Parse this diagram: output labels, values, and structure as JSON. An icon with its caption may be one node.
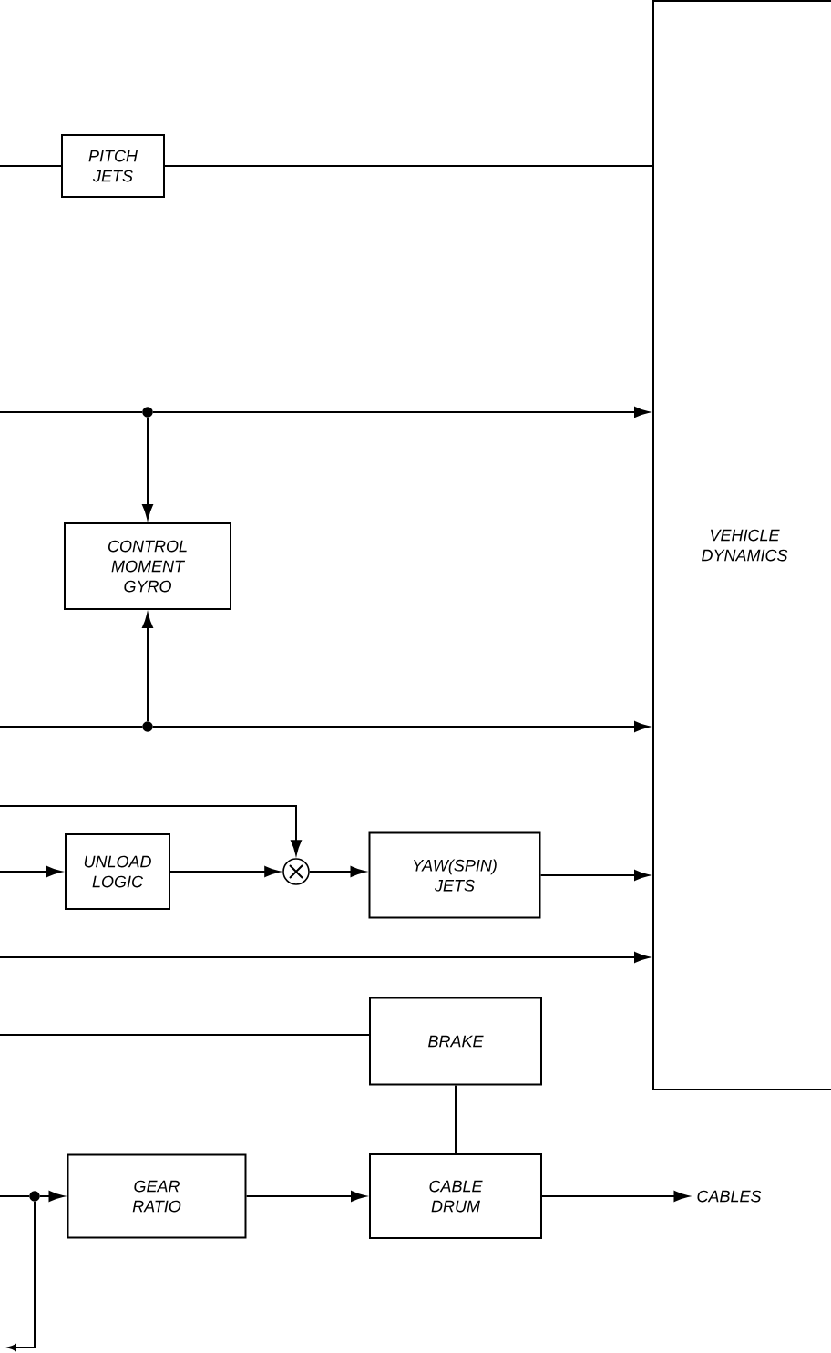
{
  "diagram": {
    "nodes": [
      {
        "text": [
          "PITCH JETS"
        ]
      },
      {
        "text": [
          "CONTROL MOMENT GYRO"
        ]
      },
      {
        "text": [
          "UNLOAD LOGIC"
        ]
      },
      {
        "text": [],
        "shape": "circle"
      },
      {
        "text": [
          "YAW(SPIN) JETS"
        ]
      },
      {
        "text": [
          "VEHICLE DYNAMICS"
        ]
      },
      {
        "text": [
          "BRAKE"
        ]
      },
      {
        "text": [
          "GEAR RATIO"
        ]
      },
      {
        "text": [
          "CABLE DRUM"
        ]
      },
      {
        "text": [
          "CABLES"
        ]
      },
      {
        "text": [],
        "shape": "circle"
      },
      {
        "text": [],
        "shape": "circle"
      },
      {
        "text": [],
        "shape": "circle"
      }
    ],
    "edges": [
      {
        "from": null,
        "to": 0,
        "arrow": "none"
      },
      {
        "from": 0,
        "to": 5,
        "arrow": "none"
      },
      {
        "from": null,
        "to": 10,
        "arrow": "none"
      },
      {
        "from": 10,
        "to": 5,
        "arrow": "to"
      },
      {
        "from": 10,
        "to": 1,
        "arrow": "to"
      },
      {
        "from": null,
        "to": 11,
        "arrow": "none"
      },
      {
        "from": 11,
        "to": 5,
        "arrow": "to"
      },
      {
        "from": 11,
        "to": 1,
        "arrow": "to"
      },
      {
        "from": null,
        "to": 3,
        "arrow": "to"
      },
      {
        "from": null,
        "to": 2,
        "arrow": "to"
      },
      {
        "from": 2,
        "to": 3,
        "arrow": "to"
      },
      {
        "from": 3,
        "to": 4,
        "arrow": "to"
      },
      {
        "from": 4,
        "to": 5,
        "arrow": "to"
      },
      {
        "from": null,
        "to": 5,
        "arrow": "to"
      },
      {
        "from": null,
        "to": 6,
        "arrow": "none"
      },
      {
        "from": 6,
        "to": 8,
        "arrow": "none"
      },
      {
        "from": null,
        "to": 12,
        "arrow": "none"
      },
      {
        "from": 12,
        "to": 7,
        "arrow": "to"
      },
      {
        "from": 7,
        "to": 8,
        "arrow": "to"
      },
      {
        "from": 8,
        "to": 9,
        "arrow": "to"
      },
      {
        "from": 12,
        "to": null,
        "arrow": "to"
      }
    ]
  }
}
